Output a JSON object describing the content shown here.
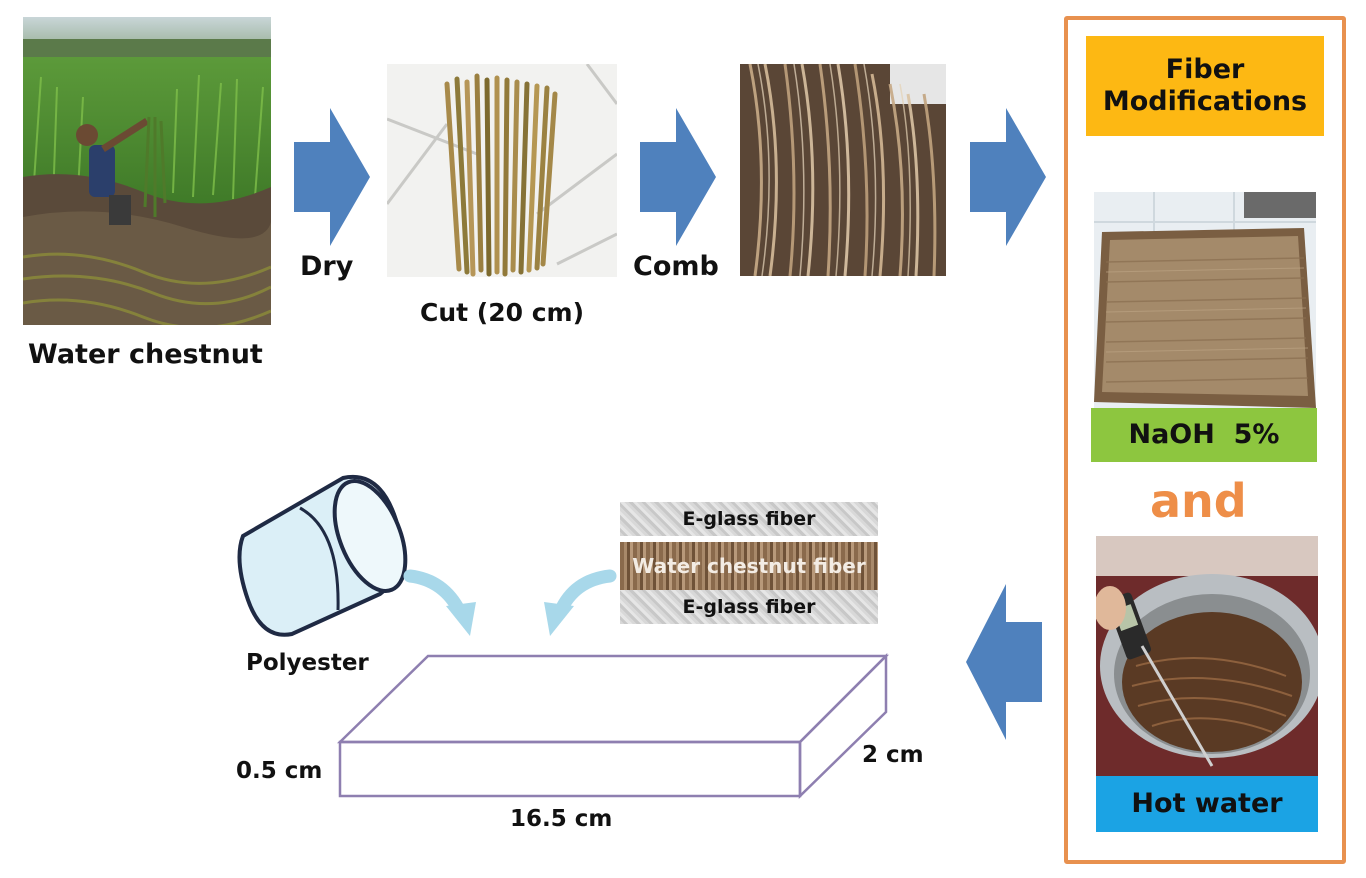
{
  "steps": {
    "water_chestnut": "Water chestnut",
    "dry": "Dry",
    "cut": "Cut (20 cm)",
    "comb": "Comb"
  },
  "modifications": {
    "title_line1": "Fiber",
    "title_line2": "Modifications",
    "naoh": "NaOH  5%",
    "and": "and",
    "hot_water": "Hot water"
  },
  "composite": {
    "layer_top": "E-glass fiber",
    "layer_middle": "Water chestnut fiber",
    "layer_bottom": "E-glass fiber",
    "resin": "Polyester",
    "thickness": "0.5 cm",
    "length": "16.5 cm",
    "width": "2 cm"
  },
  "colors": {
    "arrow": "#4f81bd",
    "panel_border": "#e8914f",
    "modifications_tag": "#fdb813",
    "naoh_tag": "#8dc63f",
    "hot_water_tag": "#1ba3e4",
    "and_text": "#ee8e48",
    "specimen_outline": "#8e7fb0",
    "pour_arrow": "#a8d8ea"
  }
}
